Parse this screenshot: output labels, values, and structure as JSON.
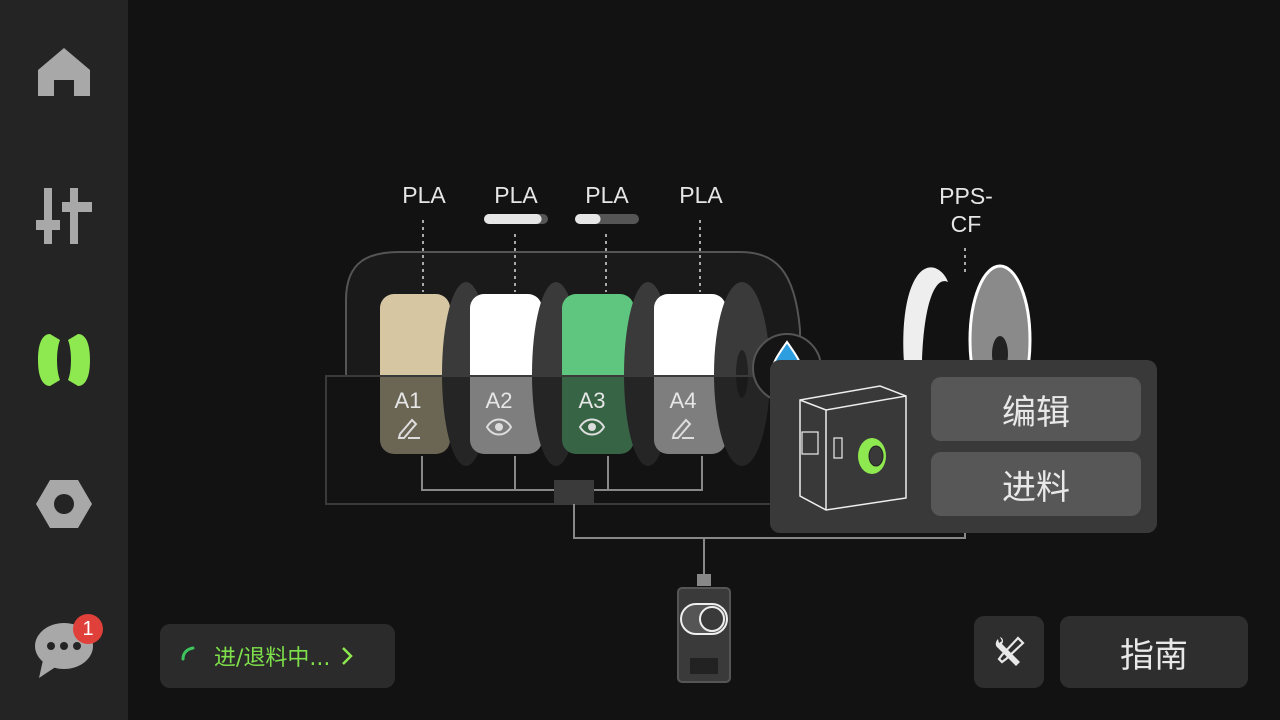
{
  "sidebar": {
    "items": [
      {
        "name": "home",
        "icon": "home-icon"
      },
      {
        "name": "controls",
        "icon": "sliders-icon"
      },
      {
        "name": "filament",
        "icon": "filament-spool-icon",
        "active": true
      },
      {
        "name": "settings",
        "icon": "hex-nut-icon"
      },
      {
        "name": "messages",
        "icon": "chat-icon"
      }
    ],
    "message_badge": "1"
  },
  "ams": {
    "slots": [
      {
        "id": "A1",
        "material": "PLA",
        "color": "#d6c7a2",
        "icon": "edit-icon"
      },
      {
        "id": "A2",
        "material": "PLA",
        "color": "#ffffff",
        "icon": "eye-icon",
        "remaining": 0.9
      },
      {
        "id": "A3",
        "material": "PLA",
        "color": "#5fc680",
        "icon": "eye-icon",
        "remaining": 0.4
      },
      {
        "id": "A4",
        "material": "PLA",
        "color": "#ffffff",
        "icon": "edit-icon"
      }
    ],
    "external": {
      "material_line1": "PPS-",
      "material_line2": "CF"
    }
  },
  "popup": {
    "edit_label": "编辑",
    "load_label": "进料"
  },
  "status": {
    "text": "进/退料中..."
  },
  "bottom": {
    "guide_label": "指南"
  },
  "colors": {
    "accent": "#8ee84f",
    "badge": "#e0403a"
  }
}
